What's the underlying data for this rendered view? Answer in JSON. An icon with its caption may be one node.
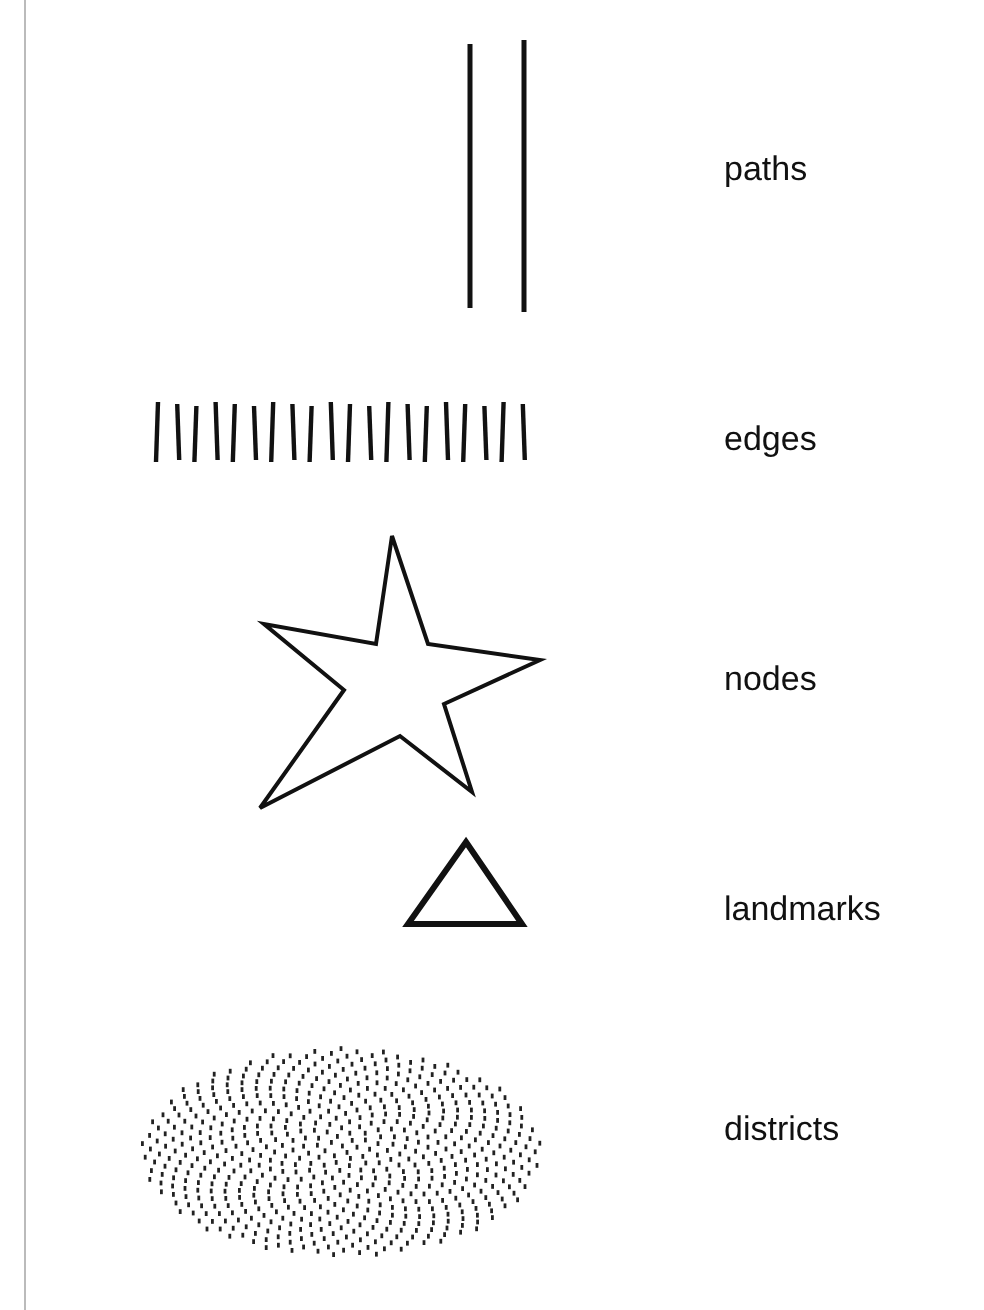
{
  "diagram": {
    "legend": [
      {
        "text": "paths"
      },
      {
        "text": "edges"
      },
      {
        "text": "nodes"
      },
      {
        "text": "landmarks"
      },
      {
        "text": "districts"
      }
    ]
  }
}
